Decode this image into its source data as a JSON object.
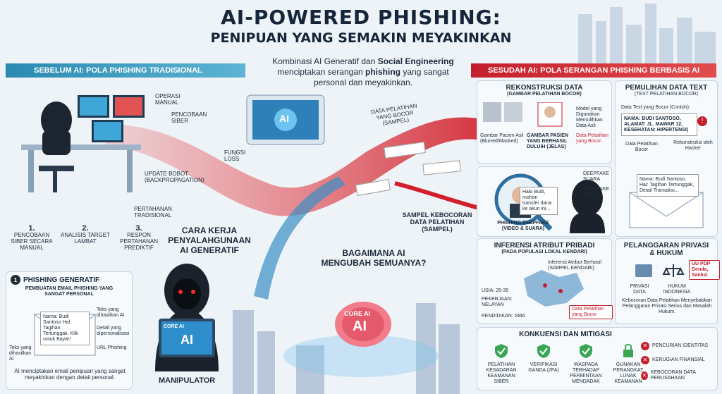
{
  "title": "AI-POWERED PHISHING:",
  "subtitle": "PENIPUAN YANG SEMAKIN MEYAKINKAN",
  "intro": {
    "line1_a": "Kombinasi AI Generatif dan ",
    "line1_b": "Social Engineering",
    "line2_a": "menciptakan serangan ",
    "line2_b": "phishing",
    "line2_c": " yang sangat",
    "line3": "personal dan meyakinkan."
  },
  "left_band": "SEBELUM AI: POLA PHISHING TRADISIONAL",
  "right_band": "SESUDAH AI: POLA SERANGAN PHISHING BERBASIS AI",
  "left_labels": {
    "operasi": "OPERASI MANUAL",
    "pencobaan": "PENCOBAAN SIBER",
    "fungsi": "FUNGSI LOSS",
    "update": "UPDATE BOBOT (BACKPROPAGATION)",
    "pertahanan": "PERTAHANAN TRADISIONAL"
  },
  "steps": [
    {
      "num": "1.",
      "text": "PENCOBAAN SIBER SECARA MANUAL"
    },
    {
      "num": "2.",
      "text": "ANALISIS TARGET LAMBAT"
    },
    {
      "num": "3.",
      "text": "RESPON PERTAHANAN PREDIKTIF"
    }
  ],
  "cara_kerja": "CARA KERJA PENYALAHGUNAAN AI GENERATIF",
  "generatif": {
    "num": "1",
    "title": "PHISHING GENERATIF",
    "subtitle": "PEMBUATAN EMAIL PHISHING YANG SANGAT PERSONAL",
    "email": "Nama: Budi Santoso Hal: Tagihan Tertunggak. Klik untuk Bayar!",
    "labels": [
      "Teks yang dihasilkan AI",
      "Detail yang dipersonalisasi",
      "URL Phishing",
      "Teks yang dihasilkan AI"
    ],
    "caption": "AI menciptakan email penipuan yang sangat meyakinkan dengan detail personal."
  },
  "manipulator": "MANIPULATOR",
  "core_ai": "CORE AI",
  "core_ai_big": "AI",
  "bagaimana": "BAGAIMANA AI MENGUBAH SEMUANYA?",
  "data_bocor": "DATA PELATIHAN YANG BOCOR (SAMPEL)",
  "sampel": "SAMPEL KEBOCORAN DATA PELATIHAN (SAMPEL)",
  "tablet_ai": "AI",
  "rekonstruksi": {
    "title": "REKONSTRUKSI DATA",
    "subtitle": "(GAMBAR PELATIHAN BOCOR)",
    "asli": "Gambar Pacien Asli (Blurred/Masked)",
    "rekon": "GAMBAR PASIEN YANG BERHASIL DULUIH (JELAS)",
    "model": "Model yang Digunakan Memulihkan Data Asli",
    "bocor": "Data Pelatihan yang Bocor"
  },
  "deepfake": {
    "bubble": "Halo Budi, mohon transfer dana ke akun ini...",
    "suara": "DEEPFAKE SUARA",
    "video": "DEEPFAKE VIDEO",
    "caption": "PHISHING DEEPFAKE (VIDEO & SUARA)"
  },
  "pemulihan": {
    "title": "PEMULIHAN DATA TEXT",
    "subtitle": "(TEXT PELATIHAN BOCOR)",
    "contoh": "Data Text yang Bocor (Contoh):",
    "text": "NAMA: BUDI SANTOSO, ALAMAT: JL. MAWAR 12, KESEHATAN: HIPERTENSI)",
    "bocor": "Data Pelatihan Bocor",
    "rekon": "Rekonstruksi oleh Hacker",
    "envelope": "Nama: Budi Santoso, Hal: Tagihan Tertunggak, Detail Transaksi..."
  },
  "inferensi": {
    "title": "INFERENSI ATRIBUT PRIBADI",
    "subtitle": "(PADA POPULASI LOKAL KENDARI)",
    "map_label": "Inferensi Atribut Berhasil (SAMPEL KENDARI)",
    "usia": "USIA: 25-35",
    "pekerjaan": "PEKERJAAN: NELAYAN",
    "pendidikan": "PENDIDIKAN: SMA",
    "bocor": "Data Pelatihan yang Bocor"
  },
  "pelanggaran": {
    "title": "PELANGGARAN PRIVASI & HUKUM",
    "privasi": "PRIVASI DATA",
    "hukum": "HUKUM INDONESIA",
    "uu": "UU PDP Denda, Sanksi",
    "caption": "Kebocoran Data Pelatihan Menyebabkan Pelanggaran Privasi Serius dan Masalah Hukum."
  },
  "mitigasi": {
    "title": "KONKUENSI DAN MITIGASI",
    "items": [
      "PELATIHAN KESADARAN KEAMANAN SIBER",
      "VERIFIKASI GANDA (2FA)",
      "WASPADA TERHADAP PERMINTAAN MENDADAK",
      "GUNAKAN PERANGKAT LUNAK KEAMANAN"
    ],
    "risks": [
      "PENCURIAN IDENTITAS",
      "KERUGIAN FINANSIAL",
      "KEBOCORAN DATA PERUSAHAAN"
    ]
  },
  "colors": {
    "accent_red": "#c41e2c",
    "accent_blue": "#2a8ab0",
    "accent_green": "#3aa655"
  }
}
